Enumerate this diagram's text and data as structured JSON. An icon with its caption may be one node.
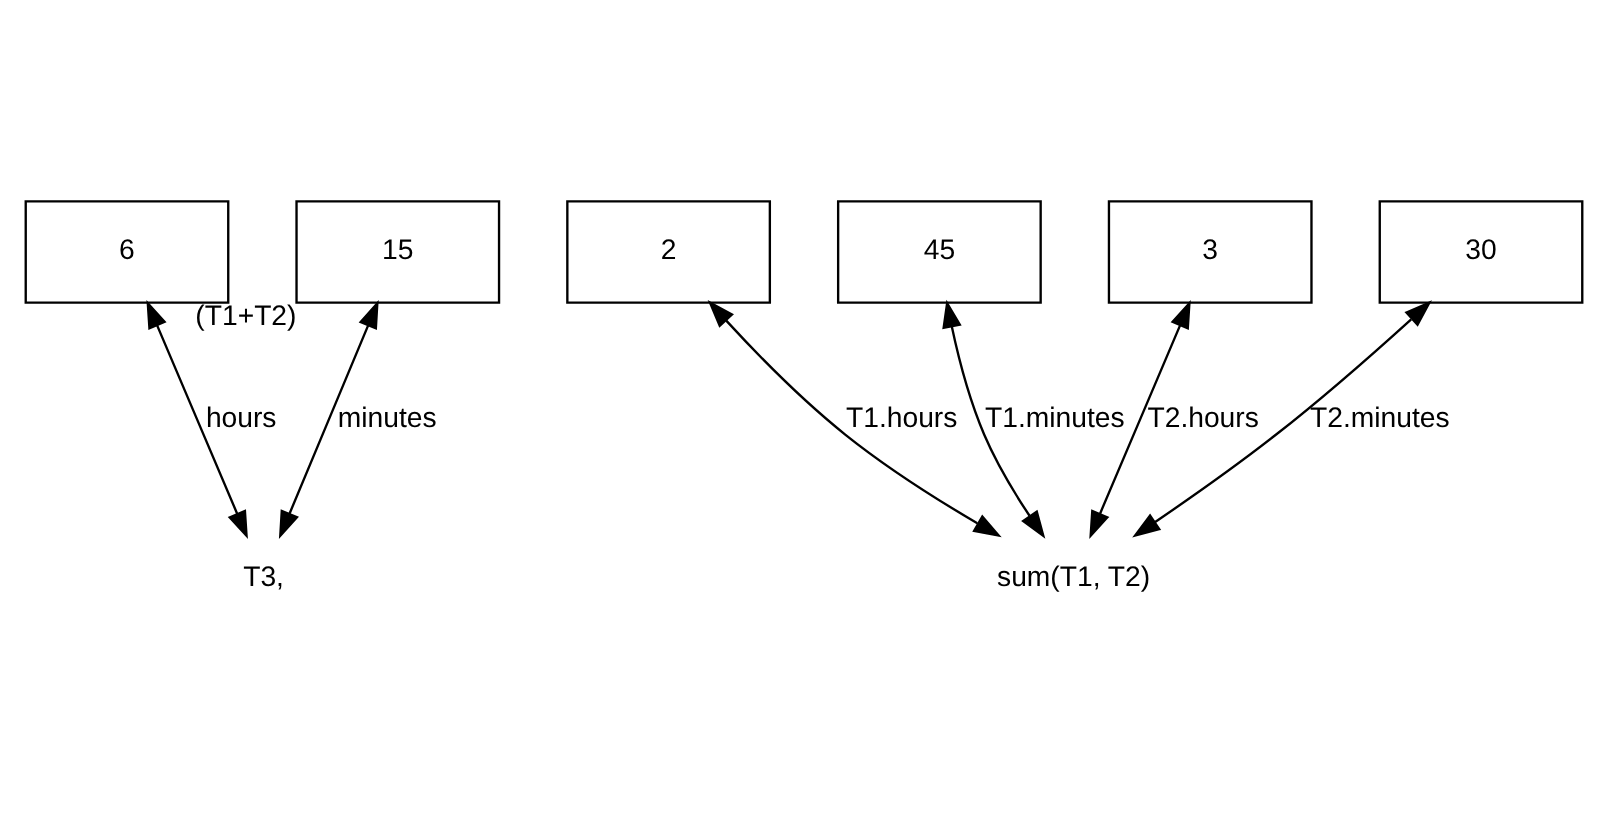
{
  "diagram": {
    "nodes": [
      {
        "text": [
          "6"
        ]
      },
      {
        "text": [
          "15"
        ],
        "beside": [
          "(T1+T2)"
        ]
      },
      {
        "text": [
          "2"
        ]
      },
      {
        "text": [
          "45"
        ]
      },
      {
        "text": [
          "3"
        ]
      },
      {
        "text": [
          "30"
        ]
      },
      {
        "text": [
          "T3,"
        ]
      },
      {
        "text": [
          "sum(T1, T2)"
        ]
      }
    ],
    "edges": [
      {
        "from": 6,
        "to": 0,
        "arrow": "both",
        "label": "hours"
      },
      {
        "from": 6,
        "to": 1,
        "arrow": "both",
        "label": "minutes"
      },
      {
        "from": 7,
        "to": 2,
        "arrow": "both",
        "label": "T1.hours"
      },
      {
        "from": 7,
        "to": 3,
        "arrow": "both",
        "label": "T1.minutes"
      },
      {
        "from": 7,
        "to": 4,
        "arrow": "both",
        "label": "T2.hours"
      },
      {
        "from": 7,
        "to": 5,
        "arrow": "both",
        "label": "T2.minutes"
      }
    ]
  }
}
